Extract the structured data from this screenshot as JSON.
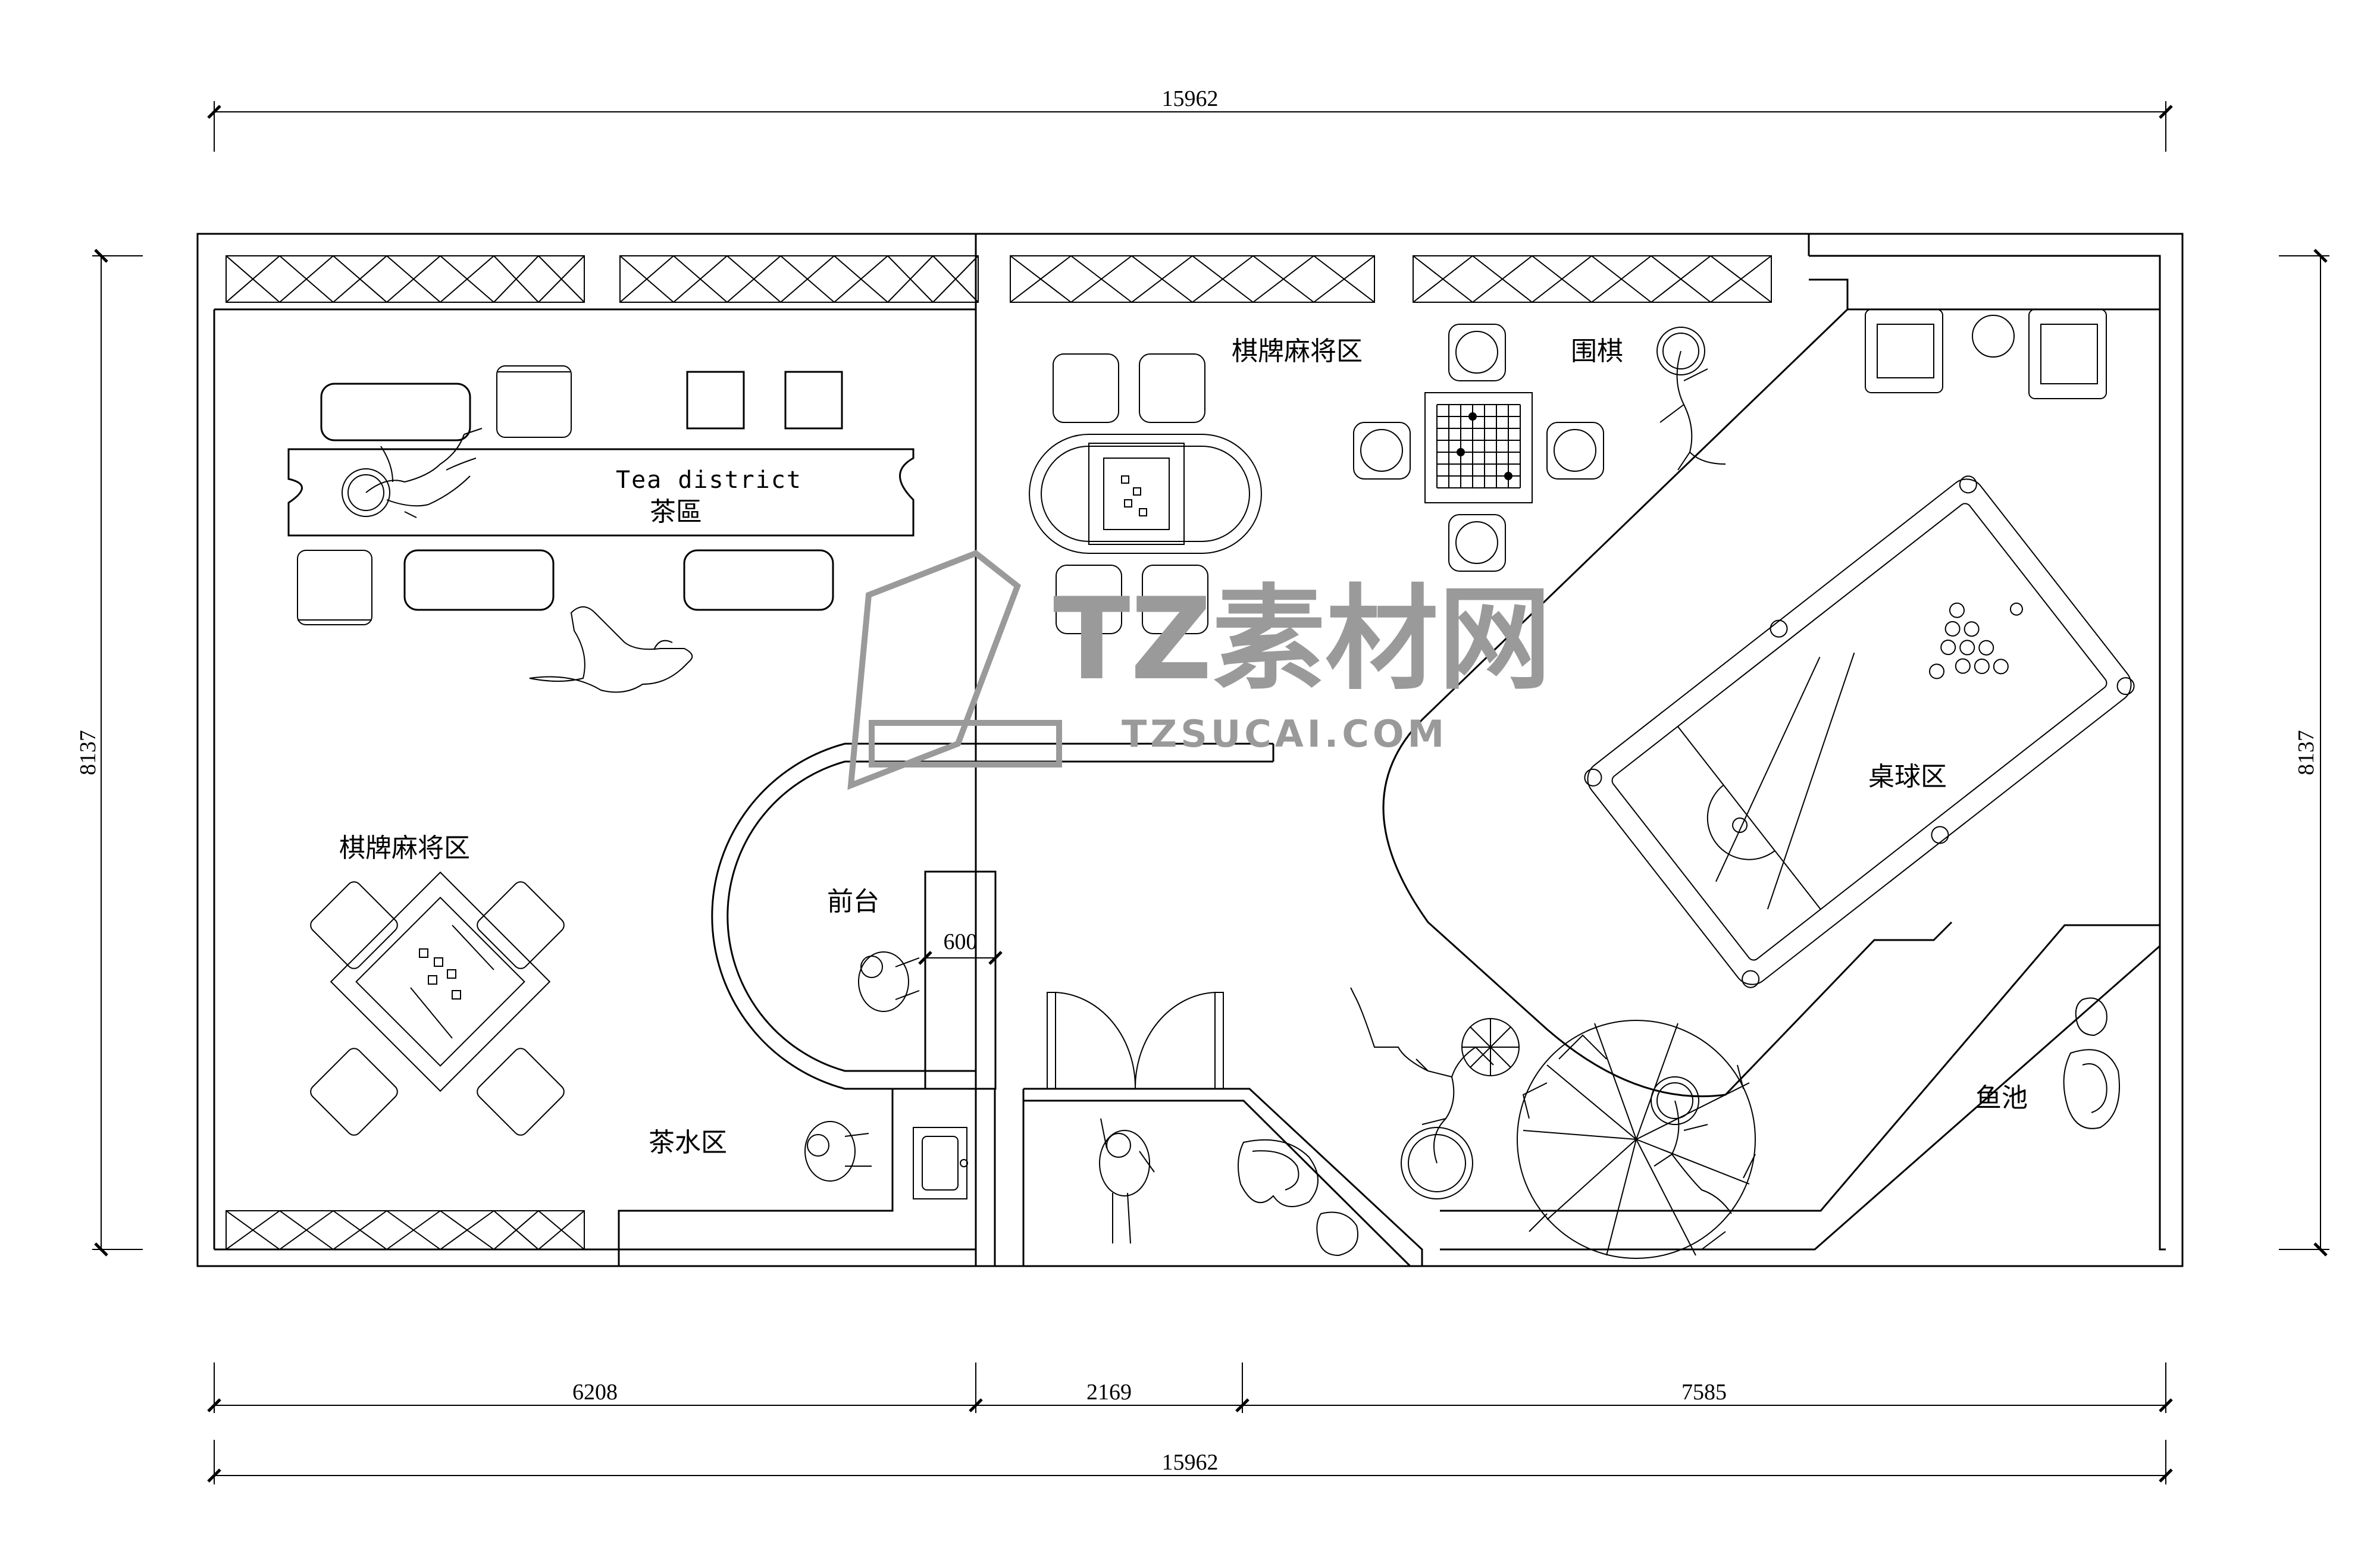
{
  "dimensions": {
    "top_total": "15962",
    "bottom_total": "15962",
    "left_height": "8137",
    "right_height": "8137",
    "seg_1": "6208",
    "seg_2": "2169",
    "seg_3": "7585",
    "counter_width": "600"
  },
  "zones": {
    "tea_en": "Tea district",
    "tea_cn": "茶區",
    "mahjong_left": "棋牌麻将区",
    "mahjong_top": "棋牌麻将区",
    "go": "围棋",
    "billiards": "桌球区",
    "reception": "前台",
    "tea_water": "茶水区",
    "fish_pond": "鱼池"
  },
  "watermark": {
    "brand": "TZ素材网",
    "url": "TZSUCAI.COM",
    "color": "#9a9a9a"
  },
  "icons": [
    "plant-icon",
    "chair-icon",
    "person-icon",
    "dog-icon",
    "sink-icon",
    "tree-icon",
    "rock-icon",
    "billiard-table-icon",
    "go-board-icon",
    "mahjong-table-icon",
    "sofa-icon"
  ]
}
